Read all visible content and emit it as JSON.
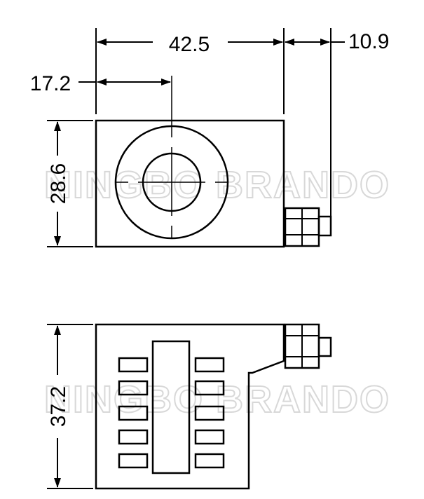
{
  "dimensions": {
    "width_total": "42.5",
    "connector_offset": "10.9",
    "hole_center_offset": "17.2",
    "height_top_view": "28.6",
    "height_front_view": "37.2"
  },
  "watermark": {
    "text": "NINGBO BRANDO"
  },
  "colors": {
    "line": "#000000",
    "background": "#ffffff",
    "watermark_outline": "#d8d8d8"
  }
}
